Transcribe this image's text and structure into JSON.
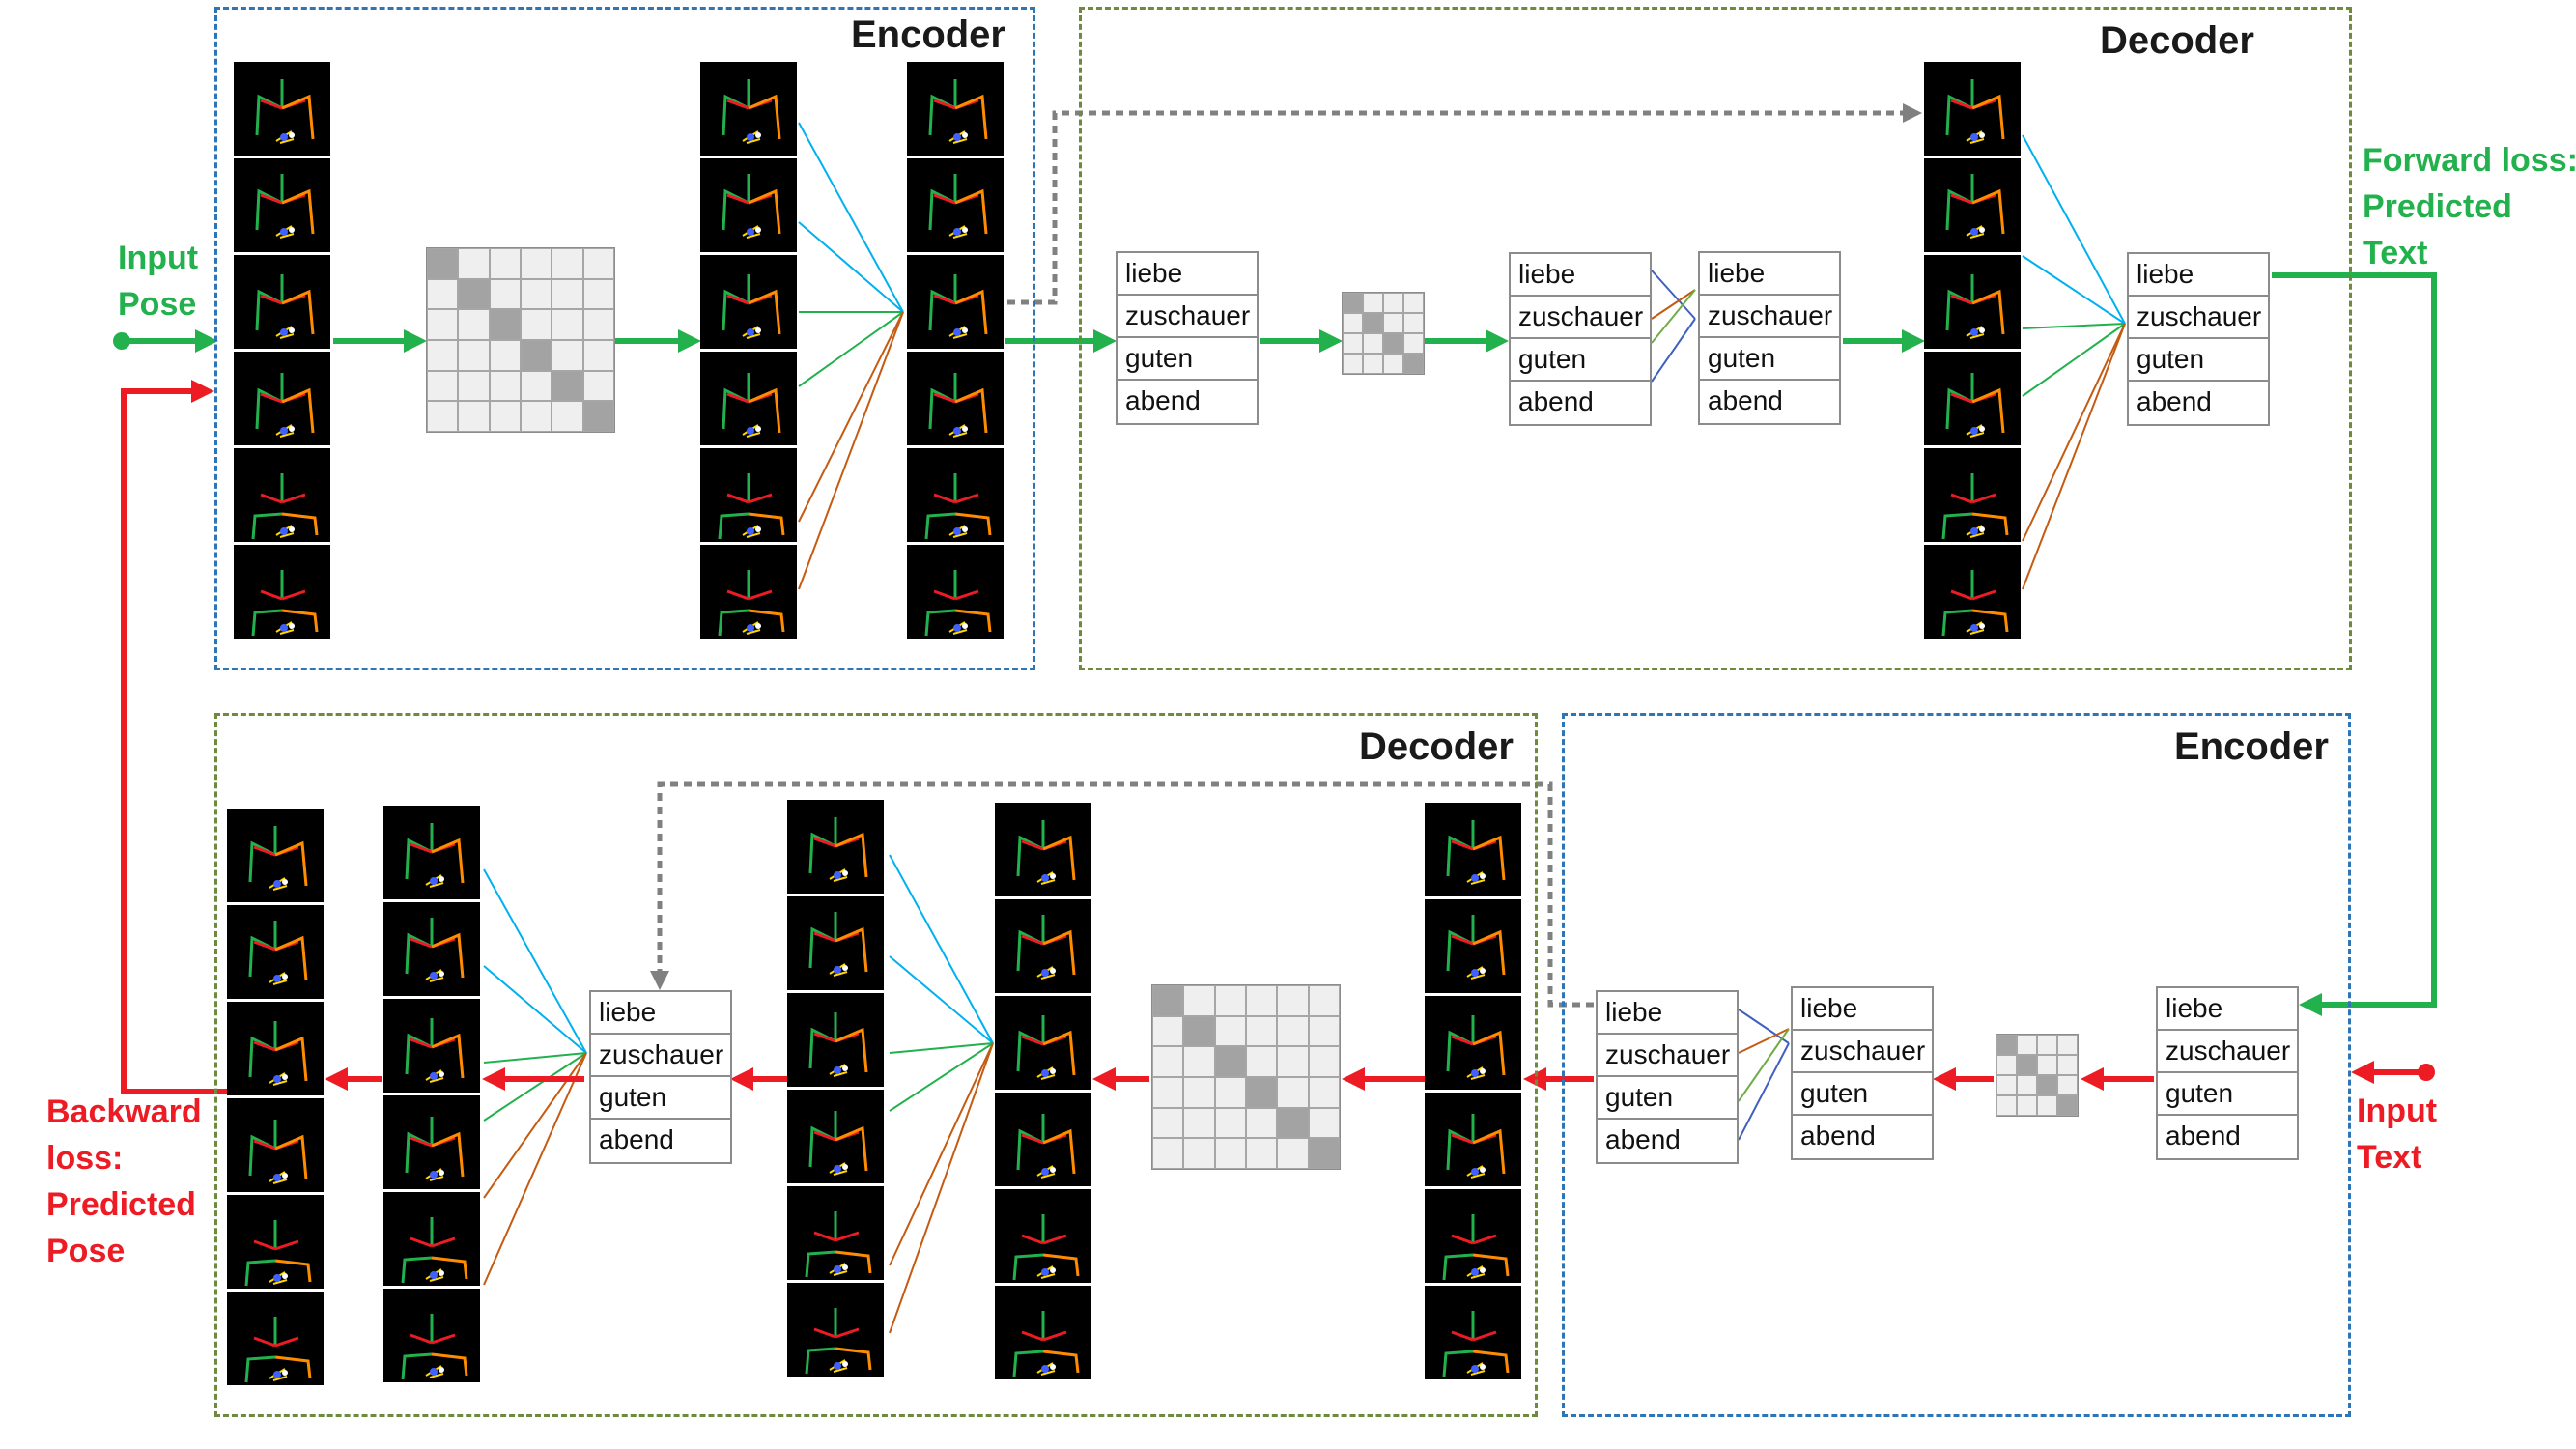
{
  "forward": {
    "encoder_title": "Encoder",
    "decoder_title": "Decoder",
    "input_label": [
      "Input",
      "Pose"
    ],
    "loss_label": [
      "Forward loss:",
      "Predicted",
      "Text"
    ]
  },
  "backward": {
    "encoder_title": "Encoder",
    "decoder_title": "Decoder",
    "input_label": [
      "Input",
      "Text"
    ],
    "loss_label": [
      "Backward",
      "loss:",
      "Predicted",
      "Pose"
    ]
  },
  "words": [
    "liebe",
    "zuschauer",
    "guten",
    "abend"
  ],
  "pose_frames": 6,
  "colors": {
    "forward_arrow": "#22b14c",
    "backward_arrow": "#ed1c24",
    "skip_connection": "#808080",
    "encoder_border": "#2e75b6",
    "decoder_border": "#6e8b3d",
    "fan_top": "#00b0f0",
    "fan_middle": "#22b14c",
    "fan_bottom": "#c55a11"
  }
}
